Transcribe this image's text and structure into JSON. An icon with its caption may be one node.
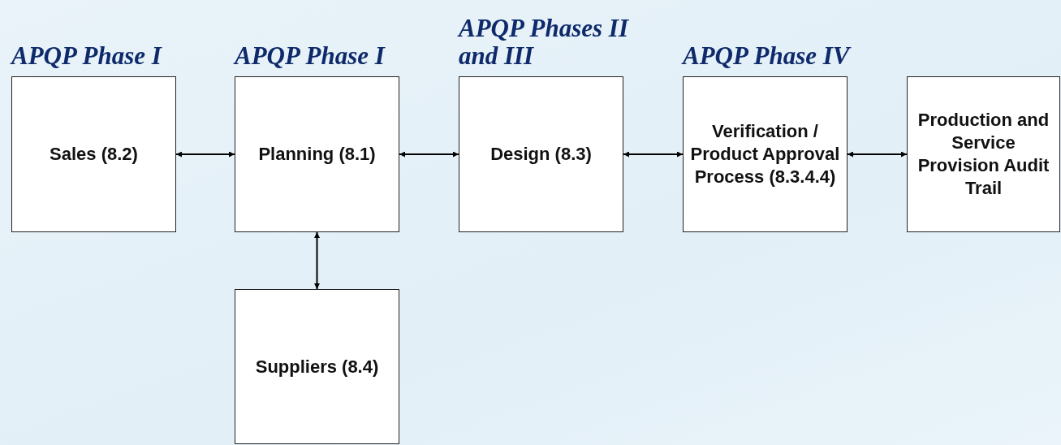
{
  "diagram": {
    "nodes": [
      {
        "text": [
          "APQP Phase I",
          "Sales (8.2)"
        ]
      },
      {
        "text": [
          "APQP Phase I",
          "Planning (8.1)"
        ]
      },
      {
        "text": [
          "APQP Phases II and III",
          "Design (8.3)"
        ]
      },
      {
        "text": [
          "APQP Phase IV",
          "Verification / Product Approval Process (8.3.4.4)"
        ]
      },
      {
        "text": [
          "Production and Service Provision Audit Trail"
        ]
      },
      {
        "text": [
          "Suppliers (8.4)"
        ]
      }
    ],
    "edges": [
      {
        "from": 0,
        "to": 1,
        "arrow": "both"
      },
      {
        "from": 1,
        "to": 2,
        "arrow": "both"
      },
      {
        "from": 2,
        "to": 3,
        "arrow": "both"
      },
      {
        "from": 3,
        "to": 4,
        "arrow": "both"
      },
      {
        "from": 1,
        "to": 5,
        "arrow": "both"
      }
    ]
  }
}
